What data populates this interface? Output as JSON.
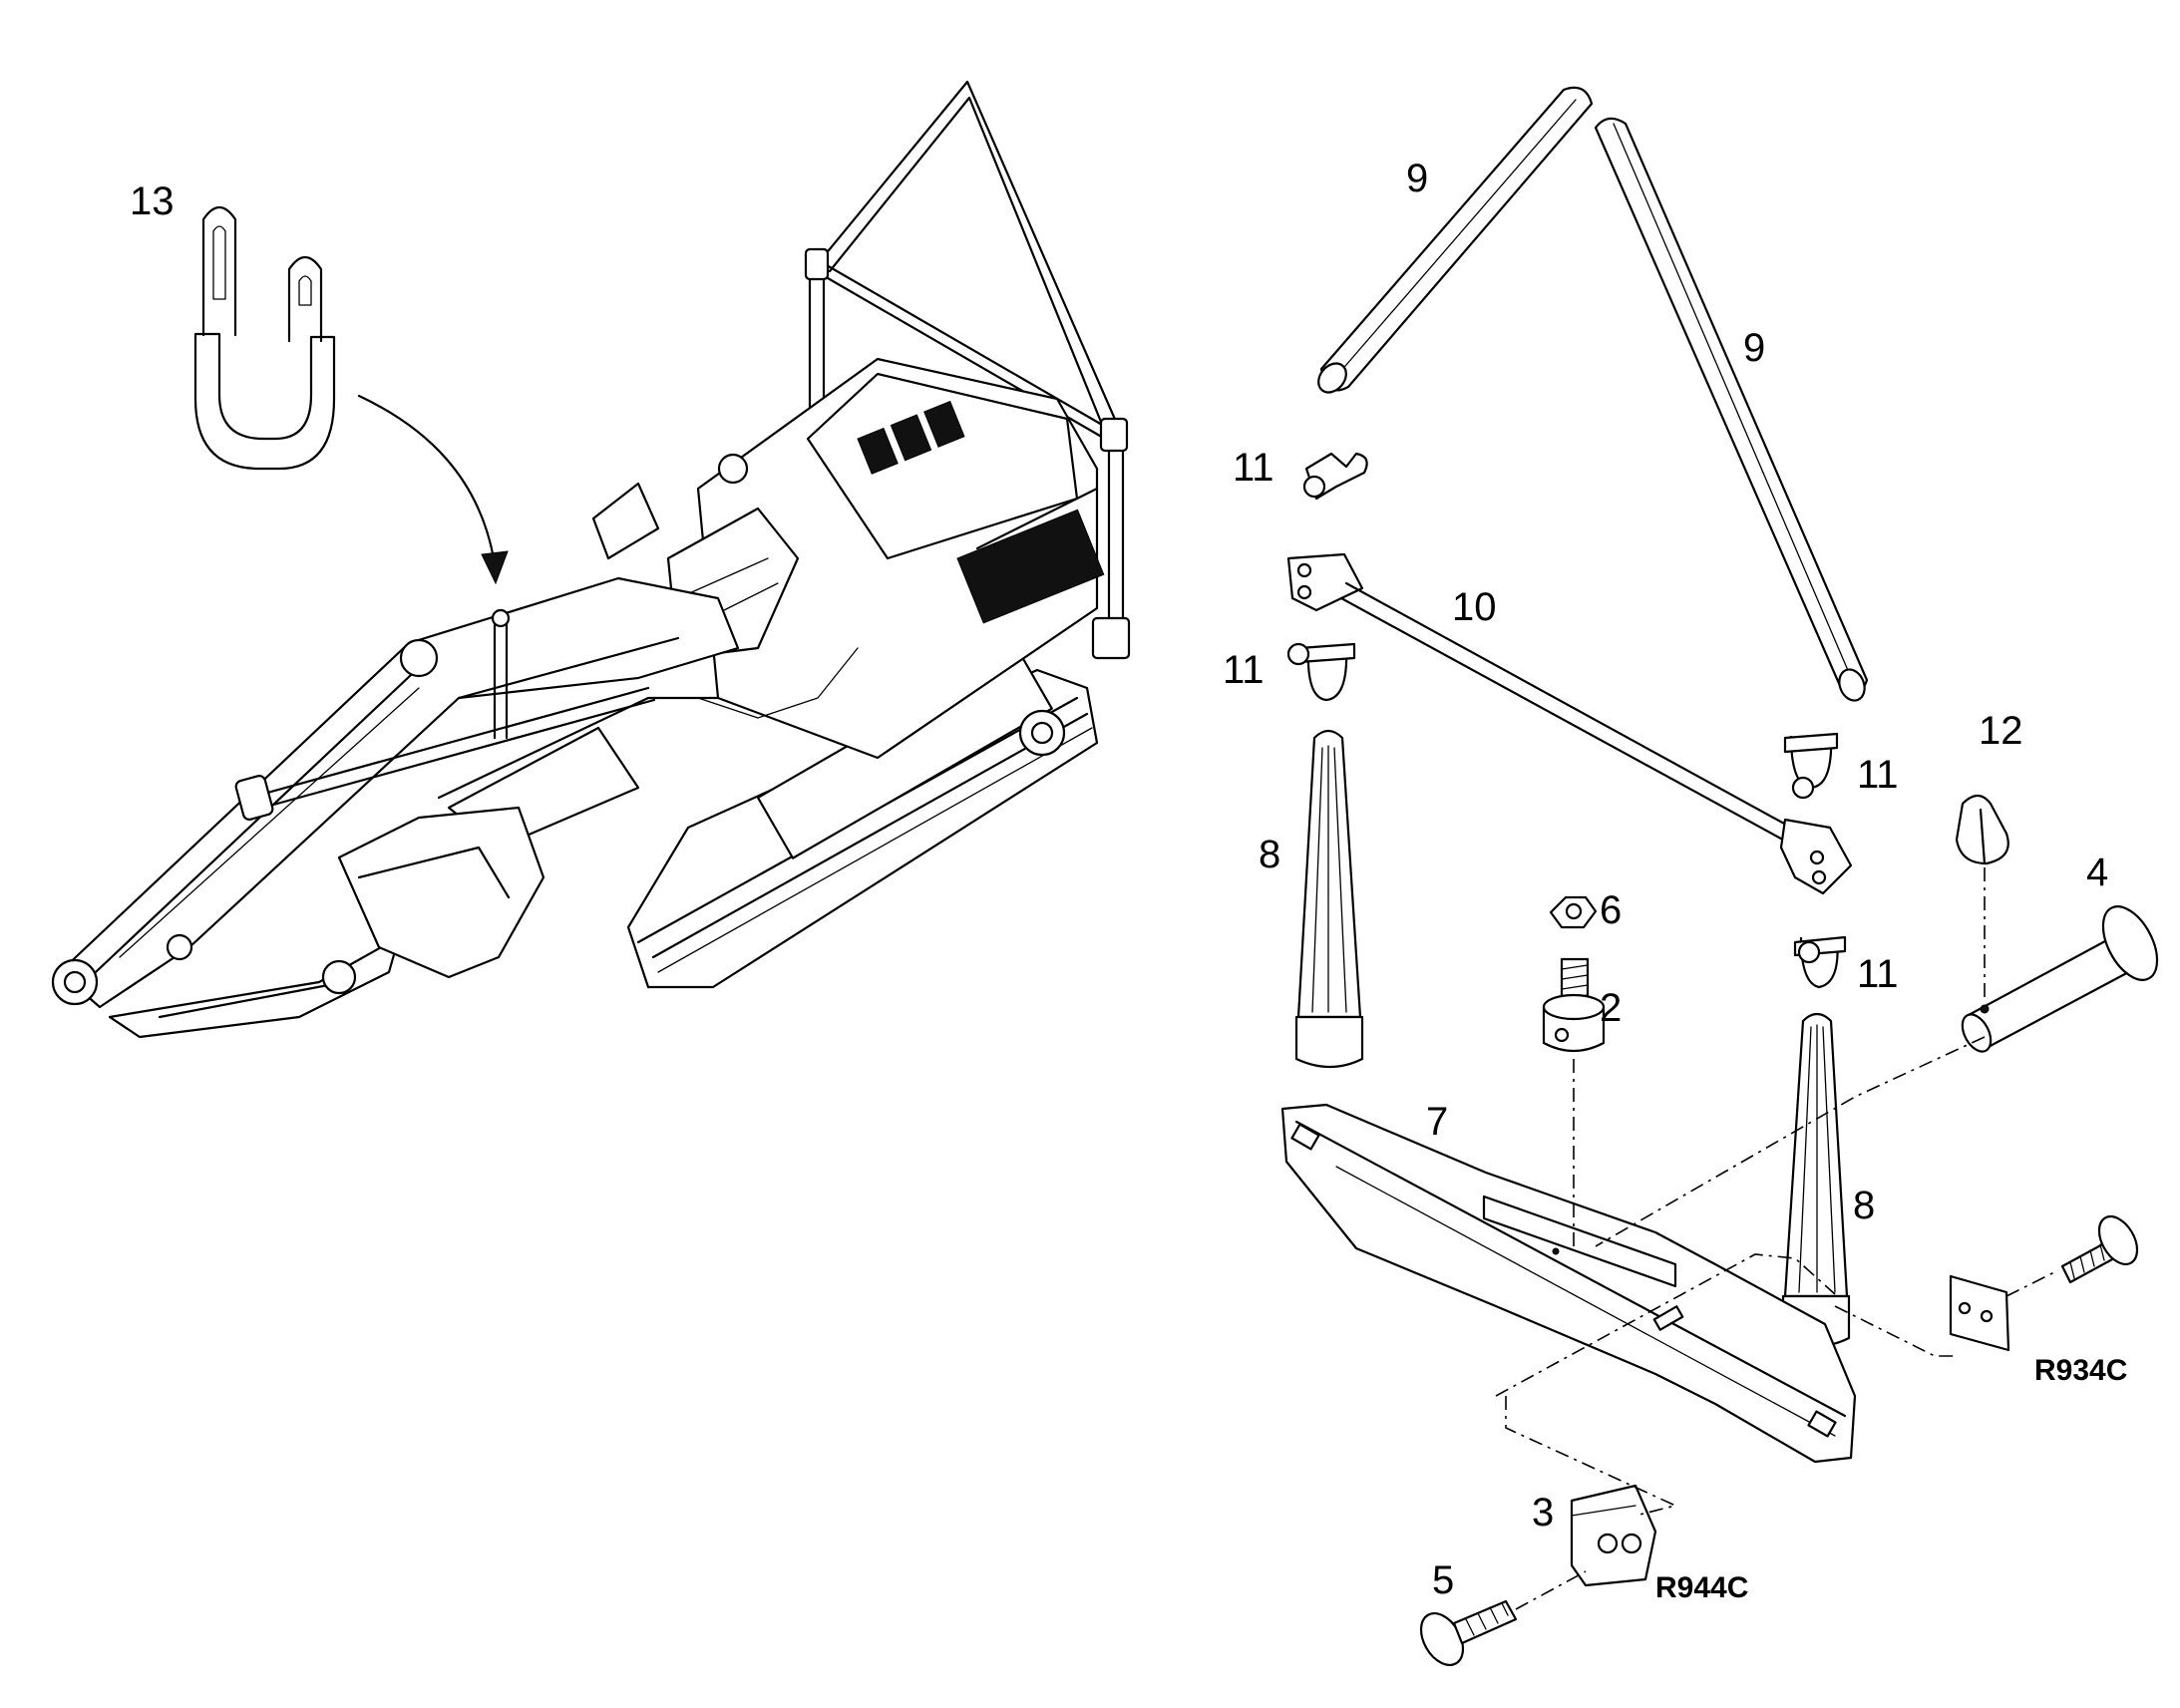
{
  "labels": {
    "p2": "2",
    "p3": "3",
    "p4": "4",
    "p5": "5",
    "p6": "6",
    "p7": "7",
    "p8a": "8",
    "p8b": "8",
    "p9a": "9",
    "p9b": "9",
    "p10": "10",
    "p11a": "11",
    "p11b": "11",
    "p11c": "11",
    "p11d": "11",
    "p12": "12",
    "p13": "13"
  },
  "references": {
    "upper": "R934C",
    "lower": "R944C"
  }
}
